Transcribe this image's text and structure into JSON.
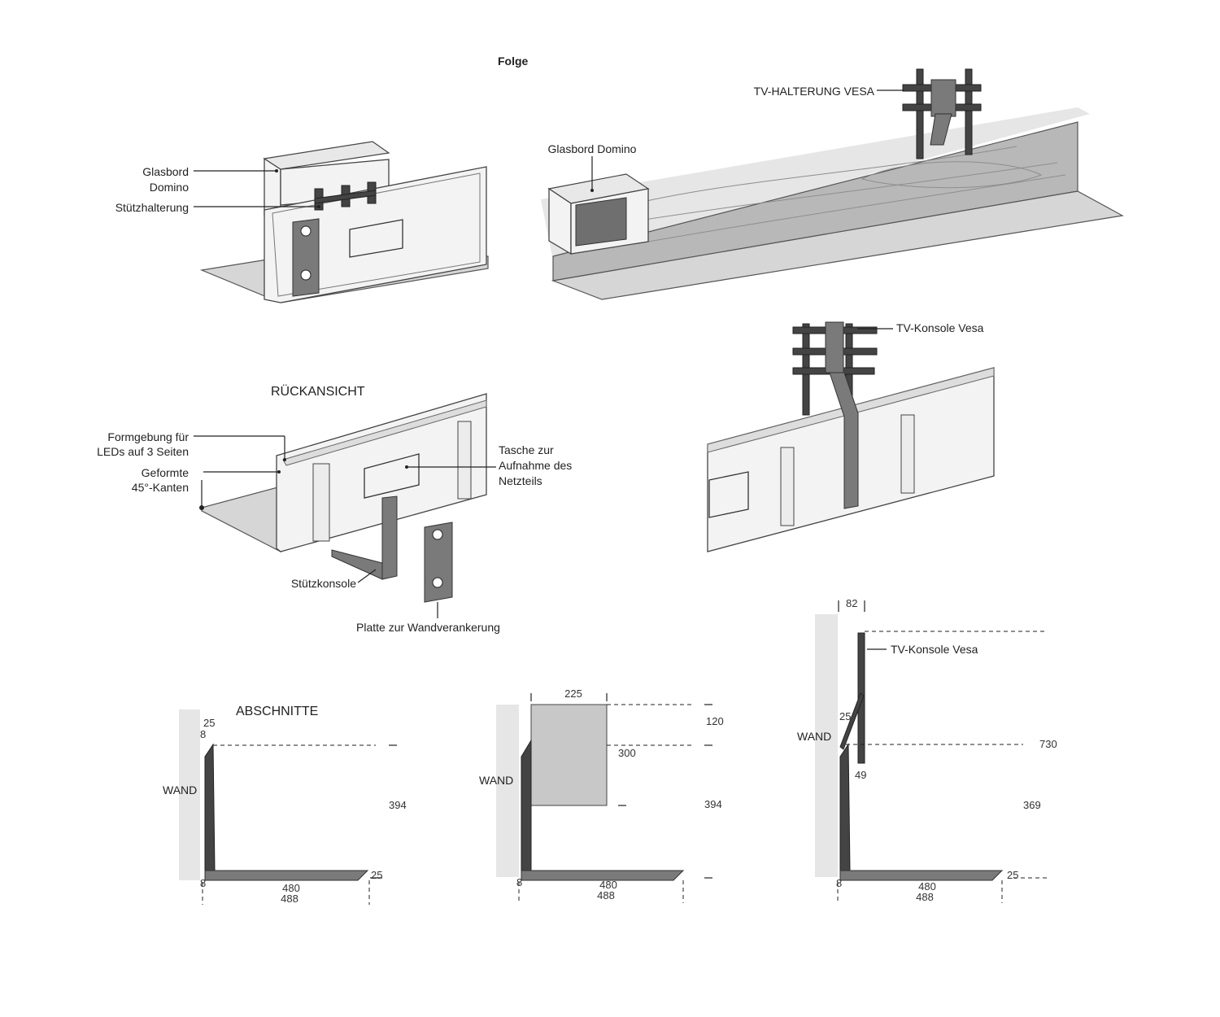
{
  "top_fragment": "Folge",
  "fig1": {
    "label_glasbord": "Glasbord",
    "label_domino": "Domino",
    "label_stuetz": "Stützhalterung"
  },
  "fig2": {
    "label_vesa": "TV-HALTERUNG VESA",
    "label_glasbord": "Glasbord Domino"
  },
  "fig3": {
    "title": "RÜCKANSICHT",
    "formgebung_1": "Formgebung für",
    "formgebung_2": "LEDs auf 3 Seiten",
    "kanten_1": "Geformte",
    "kanten_2": "45°-Kanten",
    "tasche_1": "Tasche zur",
    "tasche_2": "Aufnahme des",
    "tasche_3": "Netzteils",
    "stuetzkonsole": "Stützkonsole",
    "platte": "Platte zur Wandverankerung"
  },
  "fig4": {
    "label_konsole": "TV-Konsole Vesa"
  },
  "sec1": {
    "title": "ABSCHNITTE",
    "wand": "WAND",
    "d25": "25",
    "d8": "8",
    "d394": "394",
    "d8b": "8",
    "d480": "480",
    "d488": "488",
    "d25b": "25"
  },
  "sec2": {
    "wand": "WAND",
    "d225": "225",
    "d120": "120",
    "d300": "300",
    "d394": "394",
    "d8": "8",
    "d480": "480",
    "d488": "488"
  },
  "sec3": {
    "wand": "WAND",
    "konsole": "TV-Konsole Vesa",
    "d82": "82",
    "d25": "25",
    "d49": "49",
    "d730": "730",
    "d369": "369",
    "d8": "8",
    "d480": "480",
    "d488": "488",
    "d25b": "25"
  }
}
